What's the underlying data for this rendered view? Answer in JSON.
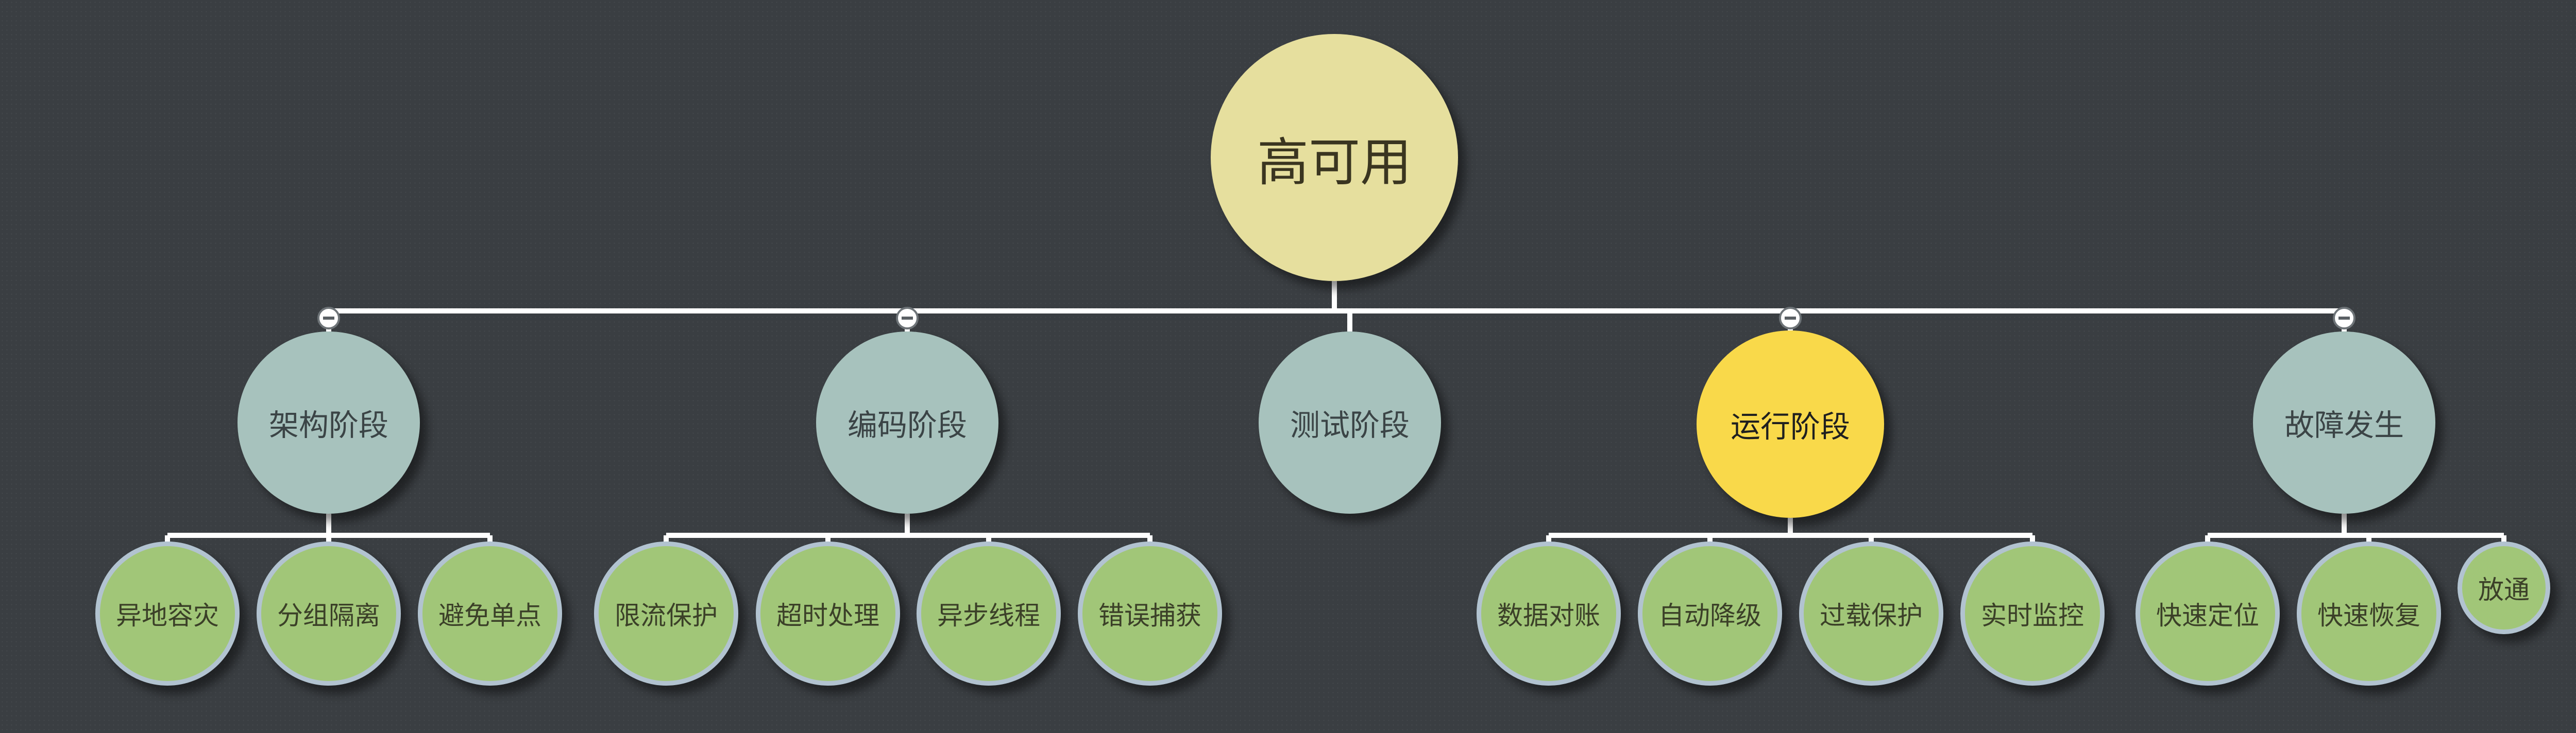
{
  "root": {
    "label": "高可用"
  },
  "stages": [
    {
      "label": "架构阶段",
      "collapsible": true,
      "leaves": [
        "异地容灾",
        "分组隔离",
        "避免单点"
      ]
    },
    {
      "label": "编码阶段",
      "collapsible": true,
      "leaves": [
        "限流保护",
        "超时处理",
        "异步线程",
        "错误捕获"
      ]
    },
    {
      "label": "测试阶段",
      "collapsible": false,
      "leaves": []
    },
    {
      "label": "运行阶段",
      "collapsible": true,
      "highlighted": true,
      "leaves": [
        "数据对账",
        "自动降级",
        "过载保护",
        "实时监控"
      ]
    },
    {
      "label": "故障发生",
      "collapsible": true,
      "leaves": [
        "快速定位",
        "快速恢复",
        "放通"
      ]
    }
  ],
  "colors": {
    "background": "#3a3e42",
    "root": "#e6df9e",
    "stage": "#a7c2bd",
    "stage_highlight": "#f9d94a",
    "leaf": "#a1c678",
    "leaf_border": "#b2c3d0",
    "connector": "#ffffff"
  }
}
